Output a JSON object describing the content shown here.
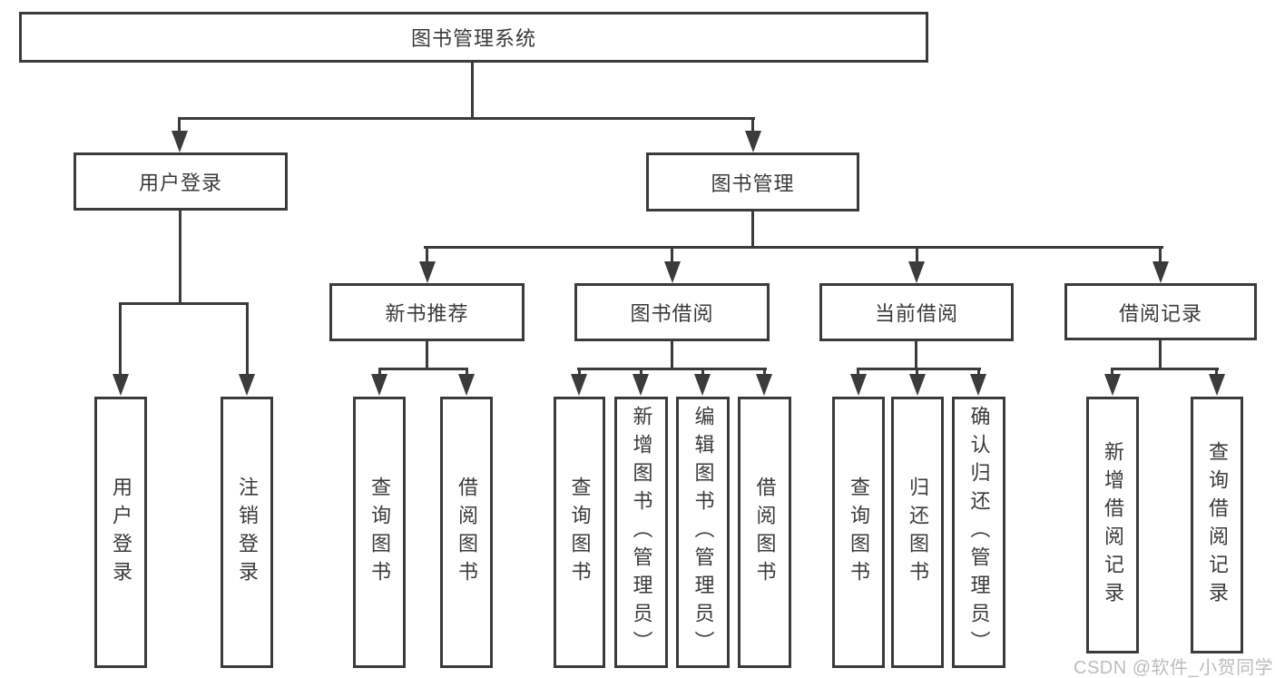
{
  "tree": {
    "root": {
      "label": "图书管理系统"
    },
    "l1": [
      {
        "label": "用户登录"
      },
      {
        "label": "图书管理"
      }
    ],
    "l2": [
      {
        "label": "新书推荐"
      },
      {
        "label": "图书借阅"
      },
      {
        "label": "当前借阅"
      },
      {
        "label": "借阅记录"
      }
    ],
    "leaves": {
      "user": [
        {
          "label": "用户登录"
        },
        {
          "label": "注销登录"
        }
      ],
      "recommend": [
        {
          "label": "查询图书"
        },
        {
          "label": "借阅图书"
        }
      ],
      "borrow": [
        {
          "label": "查询图书"
        },
        {
          "label": "新增图书（管理员）"
        },
        {
          "label": "编辑图书（管理员）"
        },
        {
          "label": "借阅图书"
        }
      ],
      "current": [
        {
          "label": "查询图书"
        },
        {
          "label": "归还图书"
        },
        {
          "label": "确认归还（管理员）"
        }
      ],
      "records": [
        {
          "label": "新增借阅记录"
        },
        {
          "label": "查询借阅记录"
        }
      ]
    }
  },
  "watermark": {
    "text": "CSDN @软件_小贺同学"
  },
  "colors": {
    "line": "#3b3b3b",
    "text": "#3a3a3a",
    "box_bg": "#ffffff",
    "watermark": "#bdbdbd"
  }
}
